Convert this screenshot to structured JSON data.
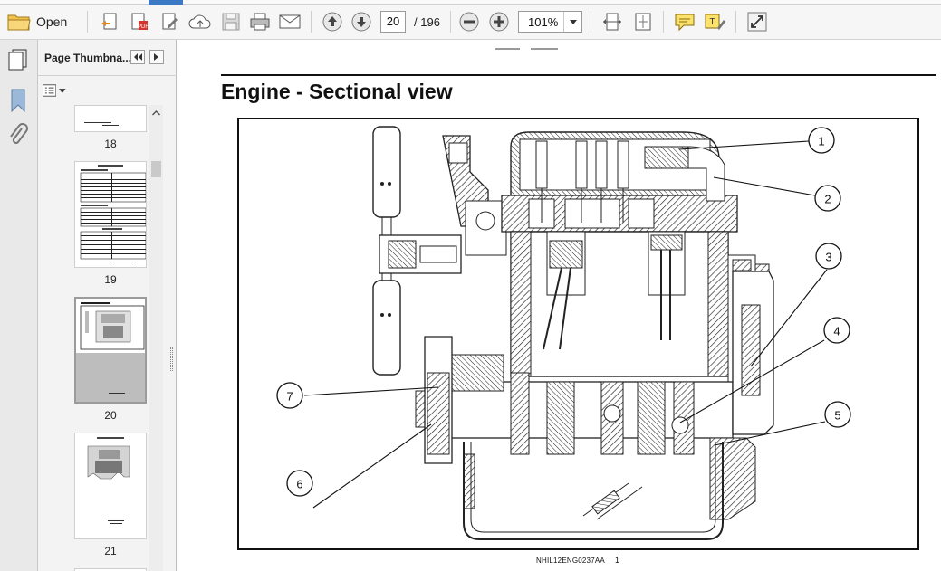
{
  "toolbar": {
    "open_label": "Open",
    "current_page": "20",
    "page_separator": "/",
    "total_pages": "196",
    "zoom": "101%"
  },
  "panel": {
    "title": "Page Thumbna..."
  },
  "thumbnails": [
    {
      "number": "18"
    },
    {
      "number": "19"
    },
    {
      "number": "20"
    },
    {
      "number": "21"
    }
  ],
  "document": {
    "title": "Engine - Sectional view",
    "caption_code": "NHIL12ENG0237AA",
    "caption_index": "1",
    "callouts": [
      "1",
      "2",
      "3",
      "4",
      "5",
      "6",
      "7"
    ]
  },
  "colors": {
    "accent_tab": "#3b79c4",
    "toolbar_bg": "#f6f6f6",
    "panel_bg": "#f3f3f3"
  }
}
